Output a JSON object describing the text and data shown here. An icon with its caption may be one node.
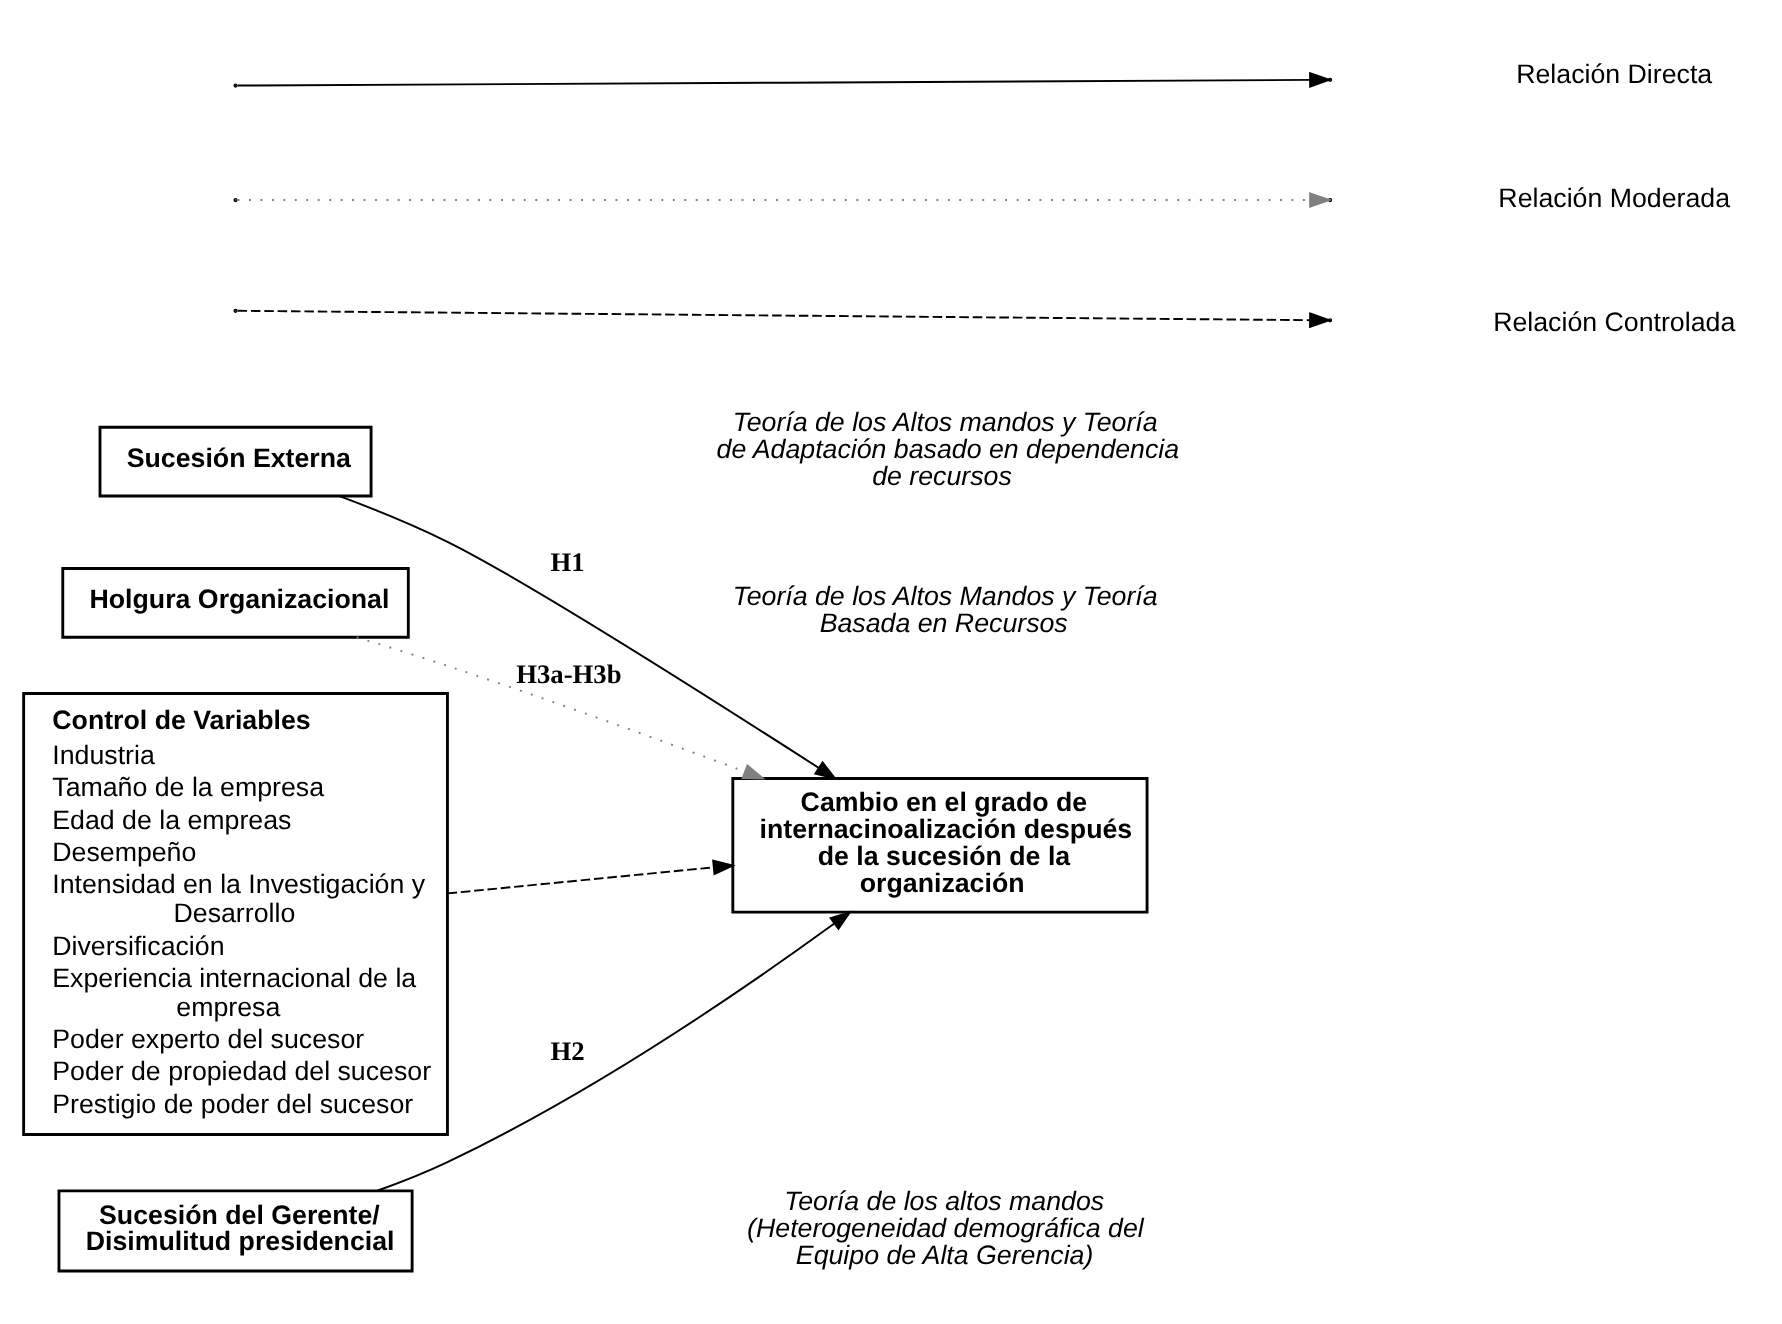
{
  "diagram": {
    "nodes": [
      {
        "text": [
          "Holgura Organizacional"
        ]
      },
      {
        "text": [
          "Sucesión Externa"
        ]
      },
      {
        "text": [
          "Sucesión del Gerente/ Disimulitud presidencial"
        ]
      },
      {
        "text": [
          "Cambio en el grado de internacinoalización después de la sucesión de la organización"
        ]
      },
      {
        "text": [
          "Control de Variables",
          "Industria",
          "Tamaño de la empresa",
          "Edad de la empreas",
          "Desempeño",
          "Intensidad en la Investigación y Desarrollo",
          "Diversificación",
          "Experiencia internacional de la empresa",
          "Poder experto del sucesor",
          "Poder de propiedad del sucesor",
          "Prestigio de poder del sucesor"
        ]
      }
    ],
    "edges": [
      {
        "from": 1,
        "to": 3,
        "arrow": "to",
        "label": "H1"
      },
      {
        "from": 2,
        "to": 3,
        "arrow": "to",
        "label": "H2"
      },
      {
        "from": 0,
        "to": 3,
        "arrow": "to",
        "label": "H3a-H3b",
        "style": "dashed",
        "color": "#808080"
      },
      {
        "from": 4,
        "to": 3,
        "arrow": "to",
        "style": "dashed"
      }
    ],
    "labels": [
      "Teoría de los Altos mandos y Teoría de Adaptación basado en dependencia de recursos",
      "Teoría de los Altos Mandos y Teoría Basada en Recursos",
      "Teoría de los altos mandos (Heterogeneidad demográfica del Equipo de Alta Gerencia)"
    ],
    "legend": [
      {
        "text": "Relación Directa"
      },
      {
        "text": "Relación Moderada"
      },
      {
        "text": "Relación Controlada"
      }
    ]
  }
}
